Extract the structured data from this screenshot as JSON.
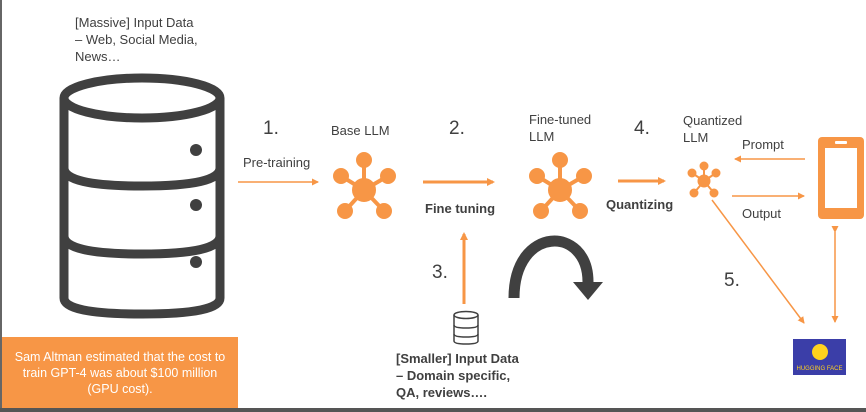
{
  "massive_data": "[Massive] Input Data\n– Web, Social Media,\nNews…",
  "steps": {
    "step1": "1.",
    "step2": "2.",
    "step3": "3.",
    "step4": "4.",
    "step5": "5."
  },
  "labels": {
    "pretraining": "Pre-training",
    "base_llm": "Base LLM",
    "fine_tuning": "Fine tuning",
    "fine_tuned_llm": "Fine-tuned\nLLM",
    "quantizing": "Quantizing",
    "quantized_llm": "Quantized\nLLM",
    "prompt": "Prompt",
    "output": "Output",
    "smaller_data": "[Smaller] Input Data\n– Domain specific,\nQA, reviews…."
  },
  "note": "Sam Altman estimated that the cost to train GPT-4 was about $100 million (GPU cost).",
  "hf_logo_text": "HUGGING FACE",
  "colors": {
    "accent": "#F79646",
    "icon_dark": "#404040",
    "text": "#404040",
    "hf_bg": "#3b3ea8"
  }
}
